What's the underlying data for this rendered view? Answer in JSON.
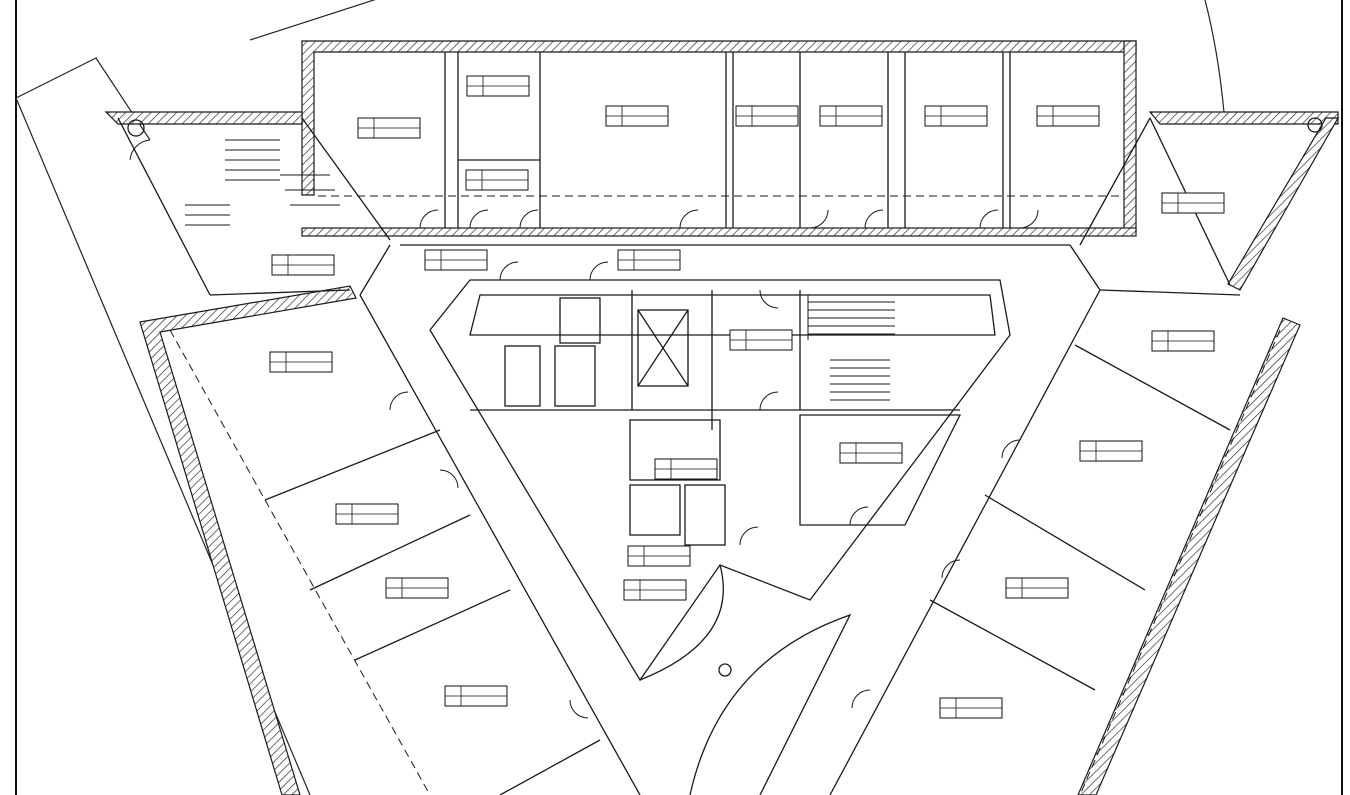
{
  "drawing": {
    "rooms": [
      {
        "id": "room-top-1",
        "number": "",
        "label": "",
        "area": ""
      },
      {
        "id": "room-top-2",
        "number": "",
        "label": "",
        "area": ""
      },
      {
        "id": "room-top-3",
        "number": "",
        "label": "",
        "area": ""
      },
      {
        "id": "room-top-4",
        "number": "",
        "label": "",
        "area": ""
      },
      {
        "id": "room-top-5",
        "number": "",
        "label": "",
        "area": ""
      },
      {
        "id": "room-top-6",
        "number": "",
        "label": "",
        "area": ""
      },
      {
        "id": "room-top-7",
        "number": "",
        "label": "",
        "area": ""
      },
      {
        "id": "room-top-8",
        "number": "",
        "label": "",
        "area": ""
      },
      {
        "id": "room-left-1",
        "number": "",
        "label": "",
        "area": ""
      },
      {
        "id": "room-left-2",
        "number": "",
        "label": "",
        "area": ""
      },
      {
        "id": "room-left-3",
        "number": "",
        "label": "",
        "area": ""
      },
      {
        "id": "room-left-4",
        "number": "",
        "label": "",
        "area": ""
      },
      {
        "id": "room-right-1",
        "number": "",
        "label": "",
        "area": ""
      },
      {
        "id": "room-right-2",
        "number": "",
        "label": "",
        "area": ""
      },
      {
        "id": "room-right-3",
        "number": "",
        "label": "",
        "area": ""
      },
      {
        "id": "room-right-4",
        "number": "",
        "label": "",
        "area": ""
      },
      {
        "id": "room-right-5",
        "number": "",
        "label": "",
        "area": ""
      },
      {
        "id": "room-core-1",
        "number": "",
        "label": "",
        "area": ""
      },
      {
        "id": "room-core-2",
        "number": "",
        "label": "",
        "area": ""
      },
      {
        "id": "room-core-3",
        "number": "",
        "label": "",
        "area": ""
      },
      {
        "id": "room-core-4",
        "number": "",
        "label": "",
        "area": ""
      },
      {
        "id": "room-core-5",
        "number": "",
        "label": "",
        "area": ""
      },
      {
        "id": "room-corridor-1",
        "number": "",
        "label": "",
        "area": ""
      },
      {
        "id": "room-corridor-2",
        "number": "",
        "label": "",
        "area": ""
      },
      {
        "id": "room-corridor-3",
        "number": "",
        "label": "",
        "area": ""
      }
    ],
    "colors": {
      "line": "#1a1a1a",
      "hatch": "#333333",
      "paper": "#ffffff"
    }
  }
}
